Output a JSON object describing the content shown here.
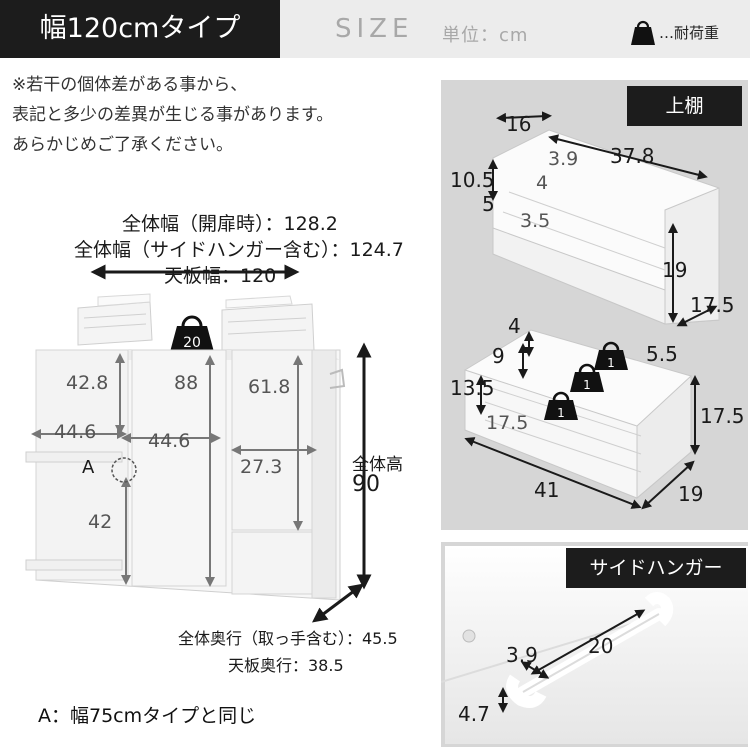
{
  "header": {
    "type_label": "幅120cmタイプ",
    "size_title": "SIZE",
    "unit_label": "単位：cm",
    "load_legend": "…耐荷重"
  },
  "note": {
    "line1": "※若干の個体差がある事から、",
    "line2": "表記と多少の差異が生じる事があります。",
    "line3": "あらかじめご了承ください。"
  },
  "main_dims": {
    "overall_width_open": "全体幅（開扉時）：128.2",
    "overall_width_hanger": "全体幅（サイドハンガー含む）：124.7",
    "top_width": "天板幅：120",
    "top_load": "20",
    "left_upper_h": "42.8",
    "left_width": "44.6",
    "left_lower_h": "42",
    "mid_width": "44.6",
    "mid_h": "88",
    "right_upper_h": "61.8",
    "right_width": "27.3",
    "marker": "A",
    "total_h_label": "全体高",
    "total_h_value": "90",
    "depth_with_handle": "全体奥行（取っ手含む）：45.5",
    "top_depth": "天板奥行：38.5"
  },
  "upper_shelf": {
    "label": "上棚",
    "d16": "16",
    "d39": "3.9",
    "d378": "37.8",
    "d105": "10.5",
    "d4": "4",
    "d5": "5",
    "d35": "3.5",
    "d19": "19",
    "d175": "17.5"
  },
  "lower_shelf": {
    "d4": "4",
    "d9": "9",
    "d55": "5.5",
    "d135": "13.5",
    "d175a": "17.5",
    "d175b": "17.5",
    "d41": "41",
    "d19": "19",
    "load": "1"
  },
  "side_hanger": {
    "label": "サイドハンガー",
    "d20": "20",
    "d39": "3.9",
    "d47": "4.7"
  },
  "footer": {
    "note": "A：幅75cmタイプと同じ"
  }
}
